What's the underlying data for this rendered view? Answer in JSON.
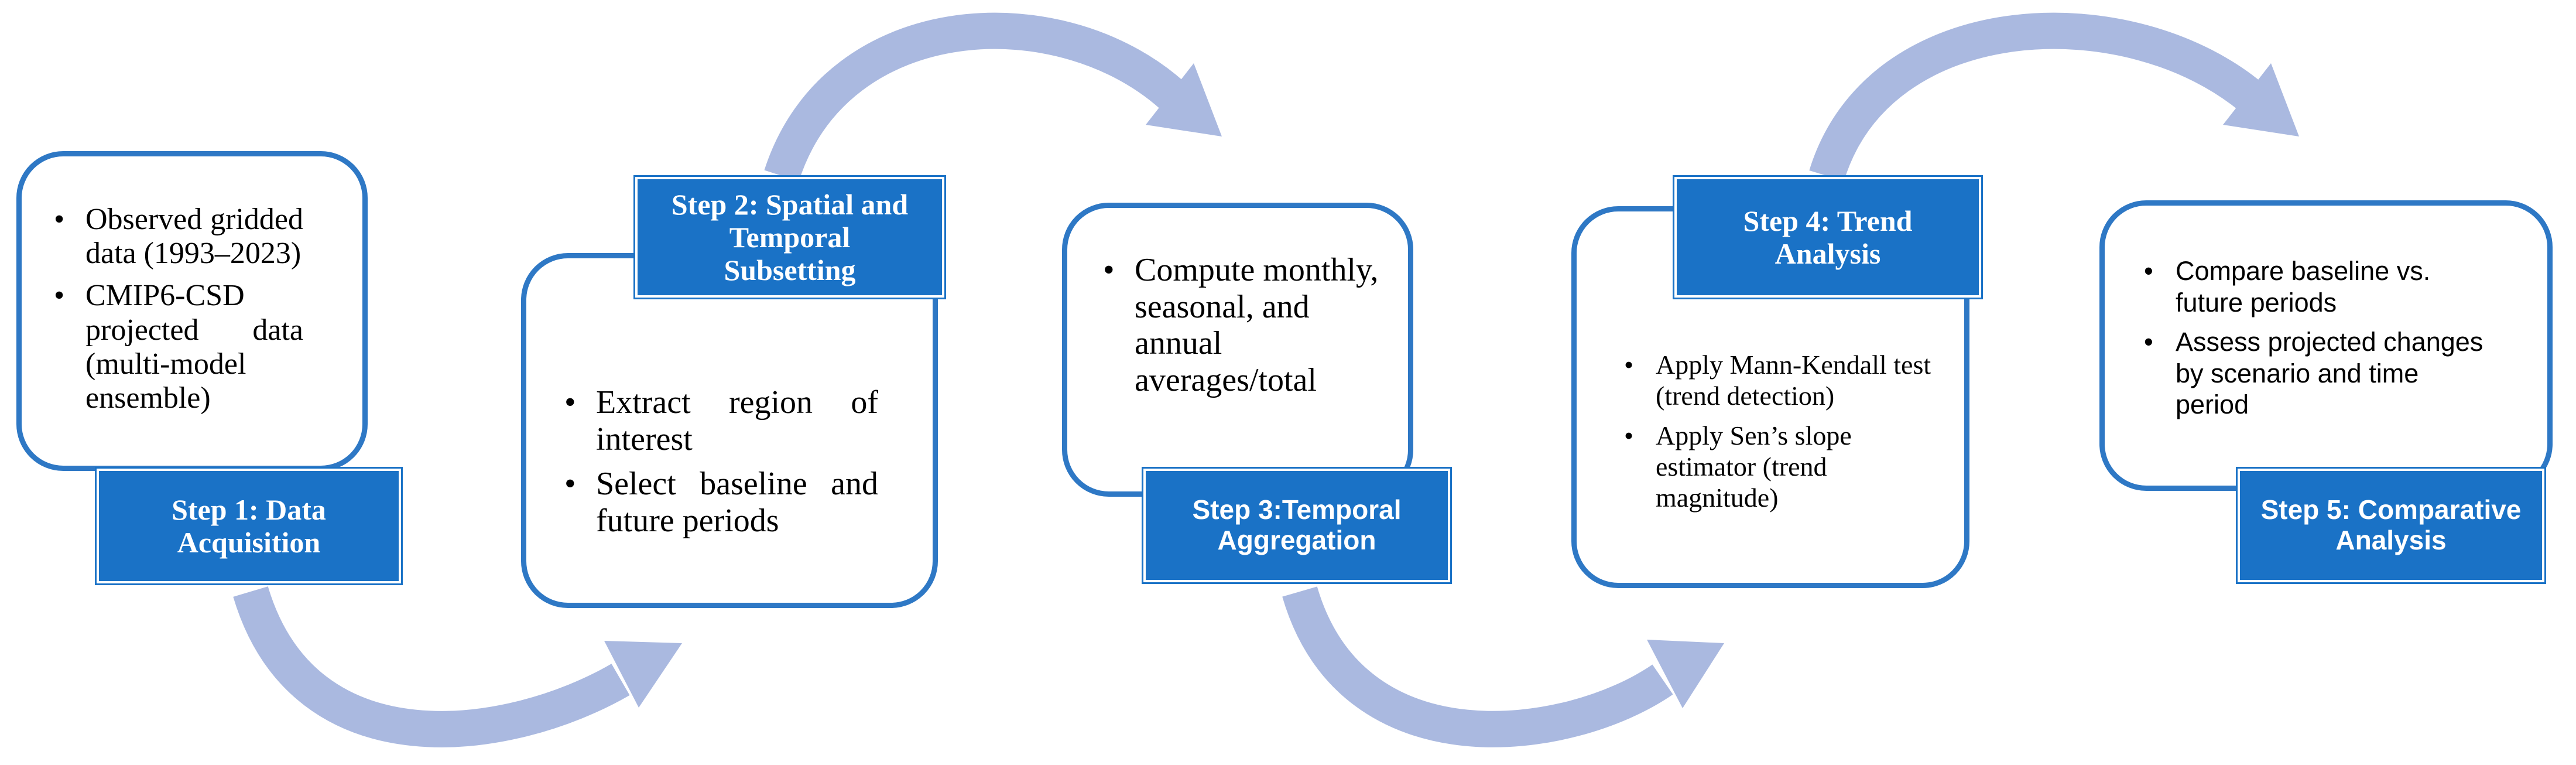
{
  "colors": {
    "arrow": "#aab9e0",
    "box_border": "#2e78c5",
    "tab_fill": "#1a72c6",
    "tab_text": "#ffffff"
  },
  "steps": [
    {
      "title": "Step 1: Data\nAcquisition",
      "bullets": [
        "Observed gridded data (1993–2023)",
        "CMIP6-CSD projected data (multi-model ensemble)"
      ]
    },
    {
      "title": "Step 2: Spatial and\nTemporal\nSubsetting",
      "bullets": [
        "Extract region of interest",
        "Select baseline and future periods"
      ]
    },
    {
      "title": "Step 3:Temporal\nAggregation",
      "bullets": [
        "Compute monthly, seasonal, and annual averages/total"
      ]
    },
    {
      "title": "Step 4: Trend\nAnalysis",
      "bullets": [
        "Apply Mann-Kendall test (trend detection)",
        "Apply Sen’s slope estimator (trend magnitude)"
      ]
    },
    {
      "title": "Step 5: Comparative\nAnalysis",
      "bullets": [
        "Compare baseline vs. future periods",
        "Assess projected changes by scenario and time period"
      ]
    }
  ]
}
